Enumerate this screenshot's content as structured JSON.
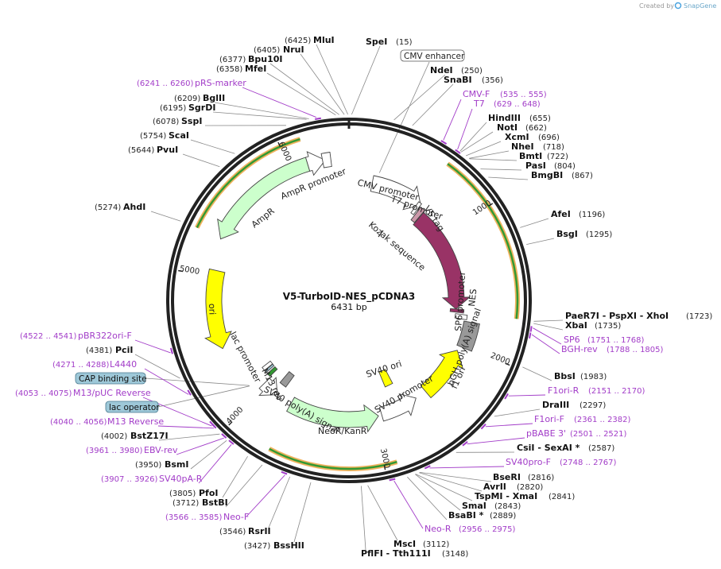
{
  "header": {
    "credit_prefix": "Created by",
    "credit_brand": "SnapGene"
  },
  "map": {
    "title": "V5-TurboID-NES_pCDNA3",
    "length_label": "6431 bp",
    "total_bp": 6431,
    "ticks": [
      "1000",
      "2000",
      "3000",
      "4000",
      "5000",
      "6000"
    ],
    "colors": {
      "backbone": "#222222",
      "primer": "#a23cc8",
      "turboid": "#993366",
      "ori": "#ffff00",
      "resistance": "#ccffcc",
      "promoter": "#ffffff",
      "terminator": "#999999",
      "orf_line": "#339933",
      "orf_glow": "#f0b35f"
    }
  },
  "enzymes_top": [
    {
      "name": "MluI",
      "pos": "(6425)"
    },
    {
      "name": "NruI",
      "pos": "(6405)"
    },
    {
      "name": "Bpu10I",
      "pos": "(6377)"
    },
    {
      "name": "MfeI",
      "pos": "(6358)"
    },
    {
      "name": "BglII",
      "pos": "(6209)"
    },
    {
      "name": "SgrDI",
      "pos": "(6195)"
    },
    {
      "name": "SspI",
      "pos": "(6078)"
    },
    {
      "name": "ScaI",
      "pos": "(5754)"
    },
    {
      "name": "PvuI",
      "pos": "(5644)"
    },
    {
      "name": "AhdI",
      "pos": "(5274)"
    },
    {
      "name": "SpeI",
      "pos": "(15)"
    },
    {
      "name": "NdeI",
      "pos": "(250)"
    },
    {
      "name": "SnaBI",
      "pos": "(356)"
    },
    {
      "name": "HindIII",
      "pos": "(655)"
    },
    {
      "name": "NotI",
      "pos": "(662)"
    },
    {
      "name": "XcmI",
      "pos": "(696)"
    },
    {
      "name": "NheI",
      "pos": "(718)"
    },
    {
      "name": "BmtI",
      "pos": "(722)"
    },
    {
      "name": "PasI",
      "pos": "(804)"
    },
    {
      "name": "BmgBI",
      "pos": "(867)"
    },
    {
      "name": "AfeI",
      "pos": "(1196)"
    },
    {
      "name": "BsgI",
      "pos": "(1295)"
    }
  ],
  "enzymes_right": [
    {
      "name": "PaeR7I - PspXI - XhoI",
      "pos": "(1723)"
    },
    {
      "name": "XbaI",
      "pos": "(1735)"
    },
    {
      "name": "BbsI",
      "pos": "(1983)"
    },
    {
      "name": "DraIII",
      "pos": "(2297)"
    },
    {
      "name": "CsiI - SexAI *",
      "pos": "(2587)"
    },
    {
      "name": "BseRI",
      "pos": "(2816)"
    },
    {
      "name": "AvrII",
      "pos": "(2820)"
    },
    {
      "name": "TspMI - XmaI",
      "pos": "(2841)"
    },
    {
      "name": "SmaI",
      "pos": "(2843)"
    },
    {
      "name": "BsaBI *",
      "pos": "(2889)"
    },
    {
      "name": "MscI",
      "pos": "(3112)"
    },
    {
      "name": "PflFI - Tth111I",
      "pos": "(3148)"
    }
  ],
  "enzymes_left": [
    {
      "name": "PciI",
      "pos": "(4381)"
    },
    {
      "name": "BstZ17I",
      "pos": "(4002)"
    },
    {
      "name": "BsmI",
      "pos": "(3950)"
    },
    {
      "name": "PfoI",
      "pos": "(3805)"
    },
    {
      "name": "BstBI",
      "pos": "(3712)"
    },
    {
      "name": "RsrII",
      "pos": "(3546)"
    },
    {
      "name": "BssHII",
      "pos": "(3427)"
    }
  ],
  "primers": [
    {
      "name": "pRS-marker",
      "range": "(6241 .. 6260)"
    },
    {
      "name": "CMV-F",
      "range": "(535 .. 555)"
    },
    {
      "name": "T7",
      "range": "(629 .. 648)"
    },
    {
      "name": "SP6",
      "range": "(1751 .. 1768)"
    },
    {
      "name": "BGH-rev",
      "range": "(1788 .. 1805)"
    },
    {
      "name": "F1ori-R",
      "range": "(2151 .. 2170)"
    },
    {
      "name": "F1ori-F",
      "range": "(2361 .. 2382)"
    },
    {
      "name": "pBABE 3'",
      "range": "(2501 .. 2521)"
    },
    {
      "name": "SV40pro-F",
      "range": "(2748 .. 2767)"
    },
    {
      "name": "Neo-R",
      "range": "(2956 .. 2975)"
    },
    {
      "name": "pBR322ori-F",
      "range": "(4522 .. 4541)"
    },
    {
      "name": "L4440",
      "range": "(4271 .. 4288)"
    },
    {
      "name": "M13/pUC Reverse",
      "range": "(4053 .. 4075)"
    },
    {
      "name": "M13 Reverse",
      "range": "(4040 .. 4056)"
    },
    {
      "name": "EBV-rev",
      "range": "(3961 .. 3980)"
    },
    {
      "name": "SV40pA-R",
      "range": "(3907 .. 3926)"
    },
    {
      "name": "Neo-F",
      "range": "(3566 .. 3585)"
    }
  ],
  "boxed_features": [
    {
      "name": "CMV enhancer"
    },
    {
      "name": "CAP binding site"
    },
    {
      "name": "lac operator"
    }
  ],
  "features": {
    "cmv_promoter": "CMV promoter",
    "t7_promoter": "T7 promoter",
    "v5_tag": "V5 tag",
    "kozak": "Kozak sequence",
    "turboid": "TurboID",
    "nes": "NES",
    "sp6_promoter": "SP6 promoter",
    "bgh": "bGH poly(A) signal",
    "f1_ori": "f1 ori",
    "sv40_ori": "SV40 ori",
    "sv40_promoter": "SV40 promoter",
    "neo": "NeoR/KanR",
    "sv40_polya": "SV40 poly(A) signal",
    "m13_rev": "M13 rev",
    "lac_promoter": "lac promoter",
    "ori": "ori",
    "ampr": "AmpR",
    "ampr_promoter": "AmpR promoter"
  }
}
